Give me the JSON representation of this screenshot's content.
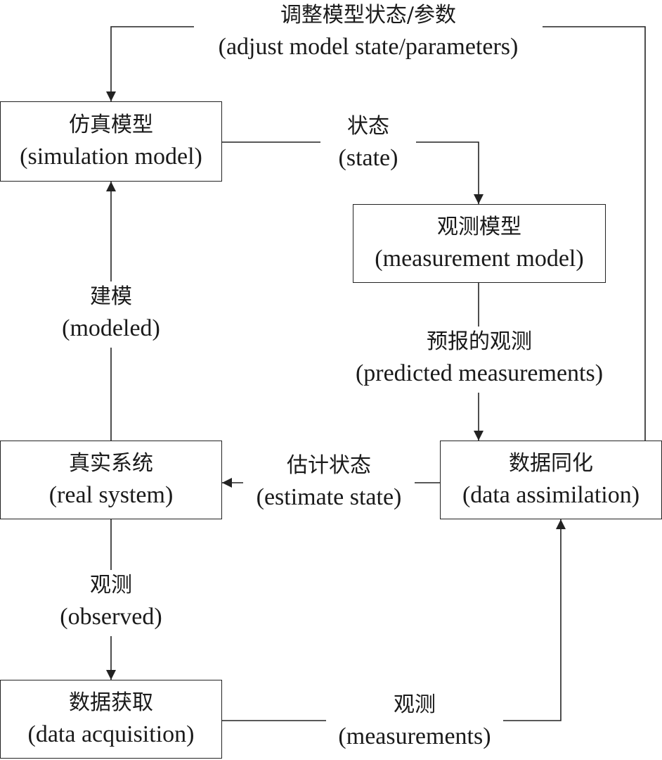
{
  "nodes": {
    "simulation_model": {
      "zh": "仿真模型",
      "en": "(simulation model)"
    },
    "measurement_model": {
      "zh": "观测模型",
      "en": "(measurement model)"
    },
    "real_system": {
      "zh": "真实系统",
      "en": "(real system)"
    },
    "data_assimilation": {
      "zh": "数据同化",
      "en": "(data assimilation)"
    },
    "data_acquisition": {
      "zh": "数据获取",
      "en": "(data acquisition)"
    }
  },
  "edges": {
    "adjust": {
      "zh": "调整模型状态/参数",
      "en": "(adjust model state/parameters)"
    },
    "state": {
      "zh": "状态",
      "en": "(state)"
    },
    "predicted": {
      "zh": "预报的观测",
      "en": "(predicted measurements)"
    },
    "modeled": {
      "zh": "建模",
      "en": "(modeled)"
    },
    "estimate": {
      "zh": "估计状态",
      "en": "(estimate state)"
    },
    "observed": {
      "zh": "观测",
      "en": "(observed)"
    },
    "measurements": {
      "zh": "观测",
      "en": "(measurements)"
    }
  }
}
